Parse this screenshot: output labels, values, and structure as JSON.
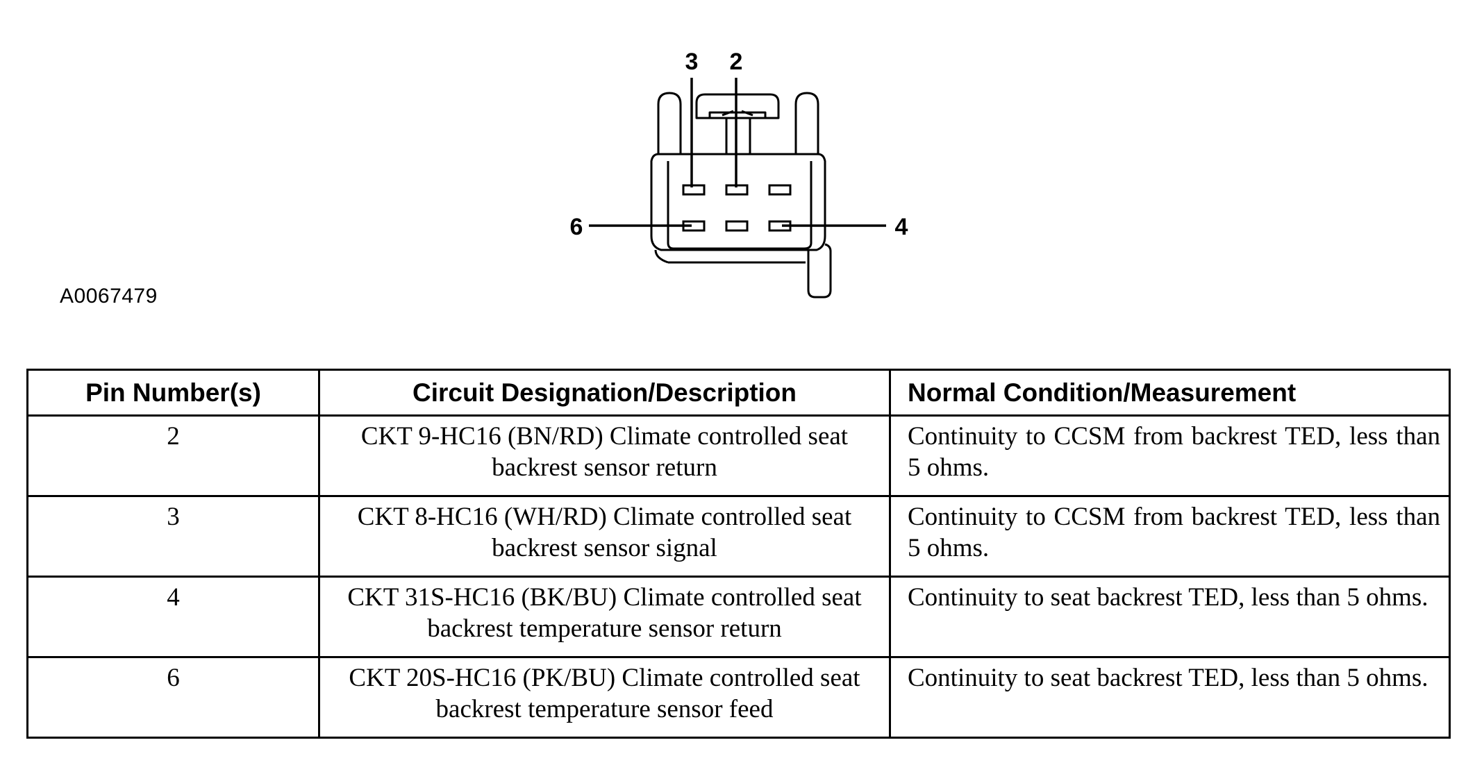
{
  "diagram": {
    "pin_labels": [
      "3",
      "2",
      "6",
      "4"
    ],
    "figure_id": "A0067479"
  },
  "table": {
    "headers": [
      "Pin Number(s)",
      "Circuit Designation/Description",
      "Normal Condition/Measurement"
    ],
    "rows": [
      {
        "pin": "2",
        "description": "CKT 9-HC16 (BN/RD) Climate controlled seat backrest sensor return",
        "condition": "Continuity to CCSM from backrest TED, less than 5 ohms."
      },
      {
        "pin": "3",
        "description": "CKT 8-HC16 (WH/RD) Climate controlled seat backrest sensor signal",
        "condition": "Continuity to CCSM from backrest TED, less than 5 ohms."
      },
      {
        "pin": "4",
        "description": "CKT 31S-HC16 (BK/BU) Climate controlled seat backrest temperature sensor return",
        "condition": "Continuity to seat backrest TED, less than 5 ohms."
      },
      {
        "pin": "6",
        "description": "CKT 20S-HC16 (PK/BU) Climate controlled seat backrest temperature sensor feed",
        "condition": "Continuity to seat backrest TED, less than 5 ohms."
      }
    ]
  }
}
